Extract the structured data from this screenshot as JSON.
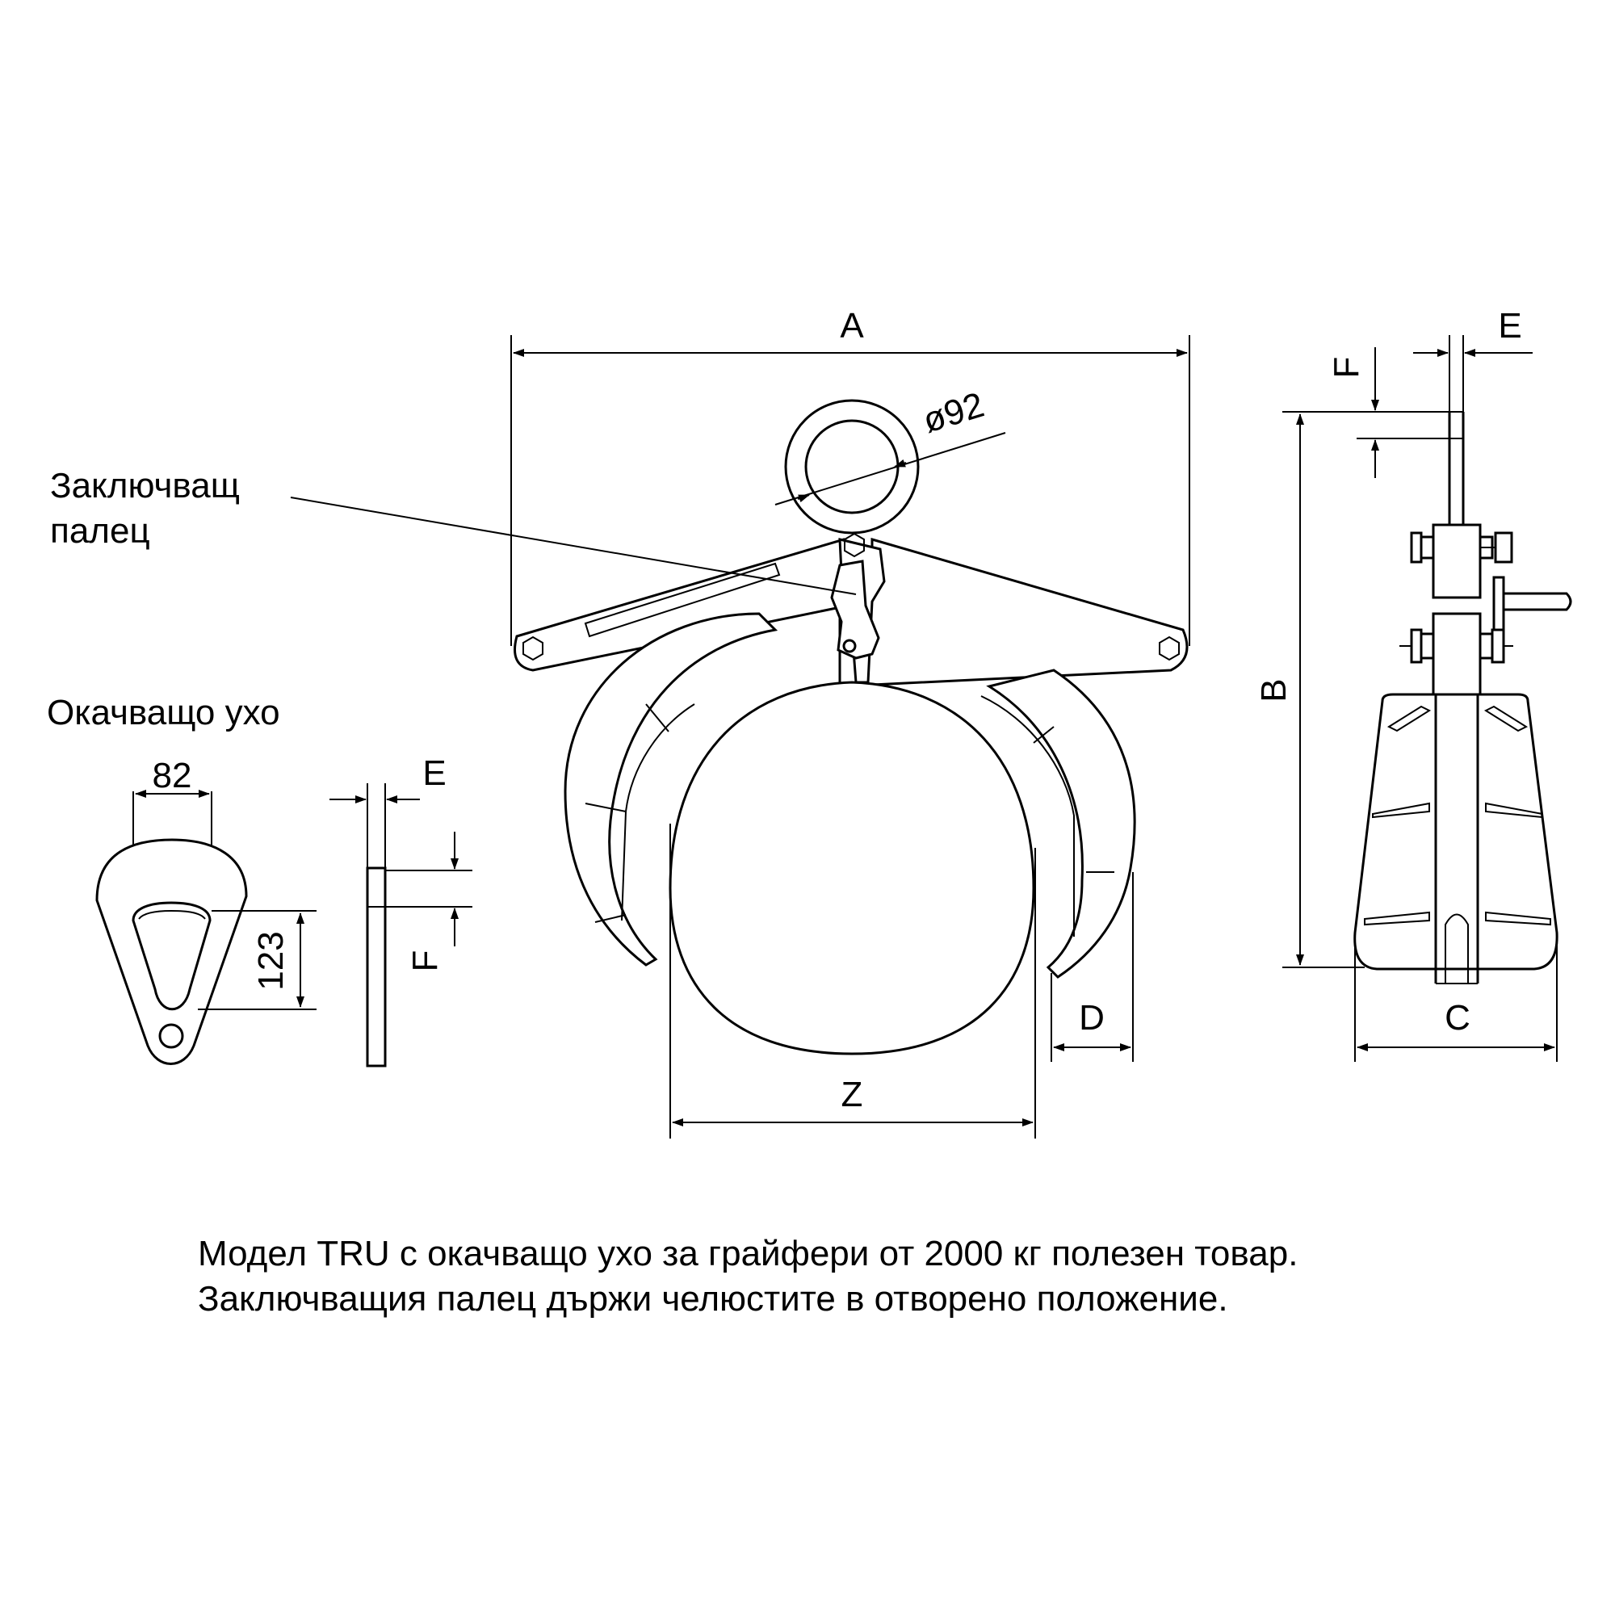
{
  "labels": {
    "lock_finger": [
      "Заключващ",
      "палец"
    ],
    "hanging_ear": "Окачващо ухо"
  },
  "dimensions": {
    "A": "A",
    "B": "B",
    "C": "C",
    "D": "D",
    "E_side": "E",
    "F_side": "F",
    "E_ear": "E",
    "F_ear": "F",
    "Z": "Z",
    "ring_diameter": "ø92",
    "ear_width": "82",
    "ear_height": "123"
  },
  "caption": {
    "line1": "Модел TRU с окачващо ухо за грайфери от 2000 кг полезен товар.",
    "line2": "Заключващия палец държи челюстите в отворено положение."
  }
}
